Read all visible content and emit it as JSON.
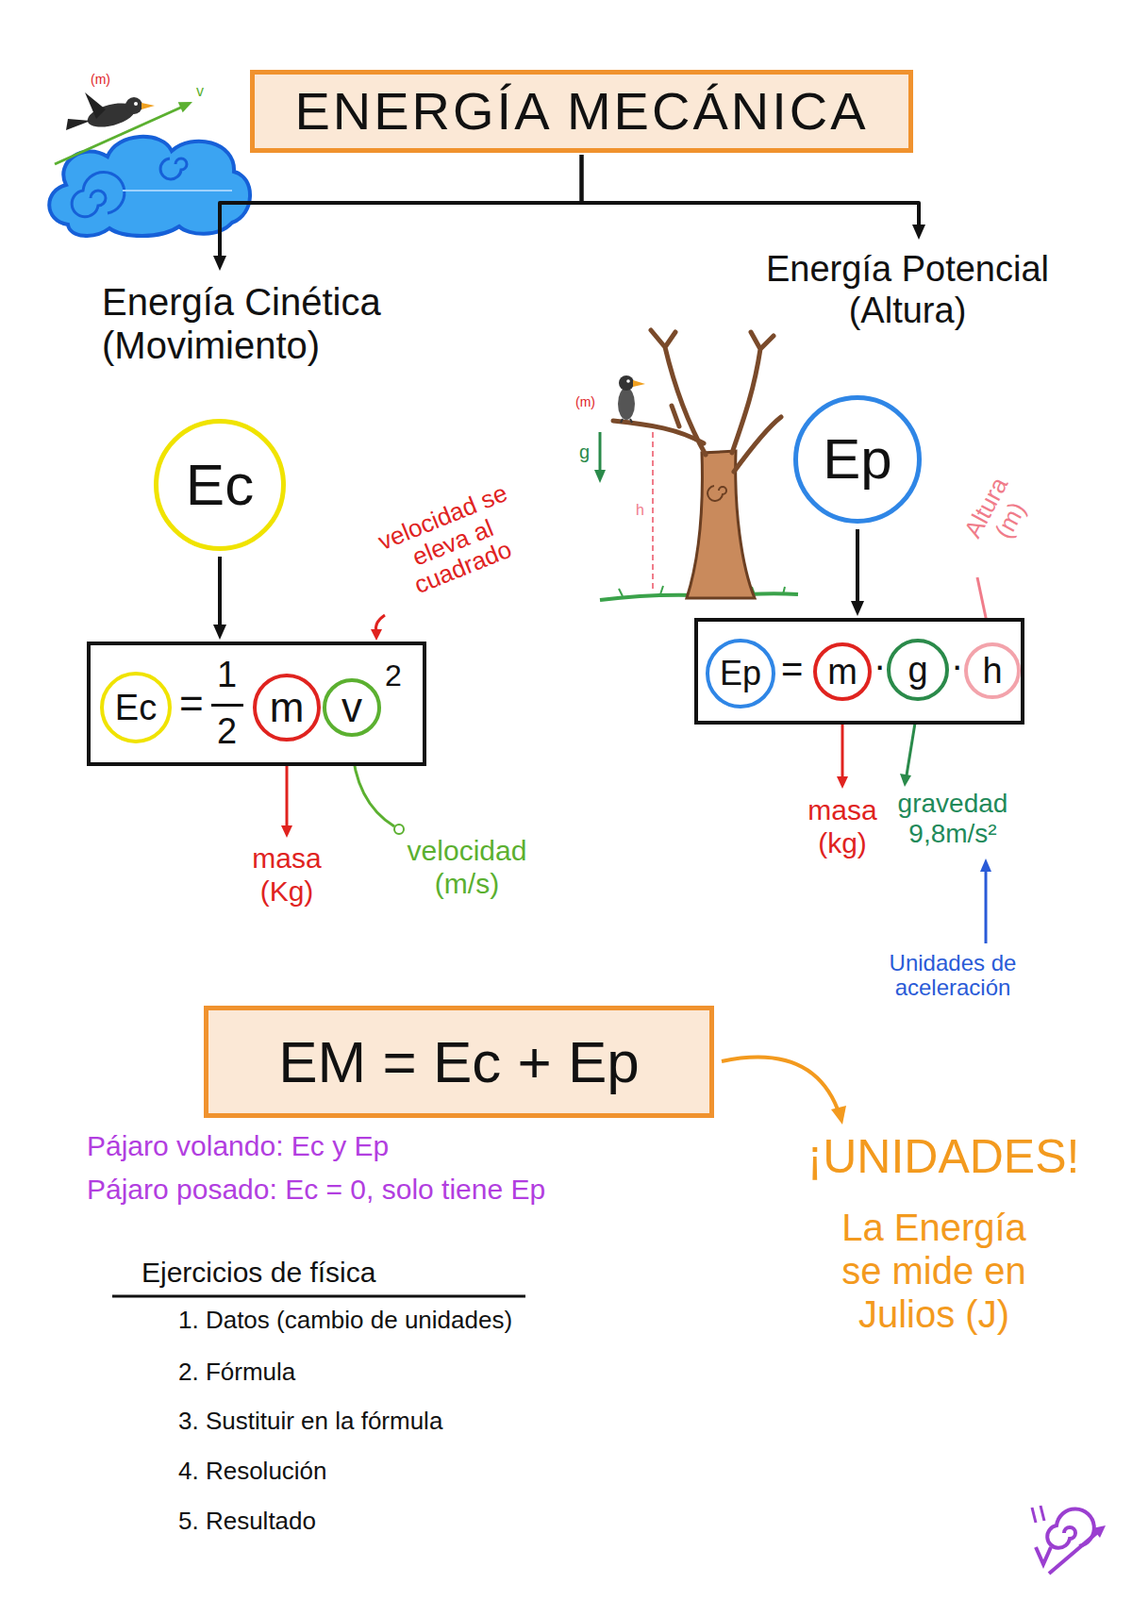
{
  "diagram": {
    "nodes": [
      {
        "text": [
          "ENERGÍA MECÁNICA"
        ]
      },
      {
        "text": [
          "Energía Cinética (Movimiento)",
          "Ec"
        ]
      },
      {
        "text": [
          "Energía Potencial (Altura)",
          "Ep"
        ]
      },
      {
        "text": [
          "=",
          "1",
          "2",
          "2"
        ]
      },
      {
        "text": [
          "Ec"
        ],
        "in": 3
      },
      {
        "text": [
          "m"
        ],
        "in": 3
      },
      {
        "text": [
          "v"
        ],
        "in": 3
      },
      {
        "text": [
          "=",
          "·",
          "·"
        ]
      },
      {
        "text": [
          "Ep"
        ],
        "in": 7
      },
      {
        "text": [
          "m"
        ],
        "in": 7
      },
      {
        "text": [
          "g"
        ],
        "in": 7
      },
      {
        "text": [
          "h"
        ],
        "in": 7
      },
      {
        "text": [
          "EM = Ec + Ep"
        ]
      }
    ],
    "edges": [
      {
        "from": 0,
        "to": 1,
        "arrow": "to"
      },
      {
        "from": 0,
        "to": 2,
        "arrow": "to"
      },
      {
        "from": 1,
        "to": 3,
        "arrow": "to"
      },
      {
        "from": 2,
        "to": 7,
        "arrow": "to"
      }
    ],
    "labels": [
      "(m)",
      "v",
      "(m)",
      "g",
      "h",
      "velocidad se eleva al cuadrado",
      "masa (Kg)",
      "velocidad (m/s)",
      "Altura (m)",
      "masa (kg)",
      "gravedad 9,8m/s²",
      "Unidades de aceleración",
      "Pájaro volando: Ec y Ep",
      "Pájaro posado: Ec = 0, solo tiene Ep",
      "Ejercicios de física",
      "1. Datos (cambio de unidades)",
      "2. Fórmula",
      "3. Sustituir en la fórmula",
      "4. Resolución",
      "5. Resultado",
      "¡UNIDADES!",
      "La Energía se mide en Julios (J)"
    ]
  }
}
